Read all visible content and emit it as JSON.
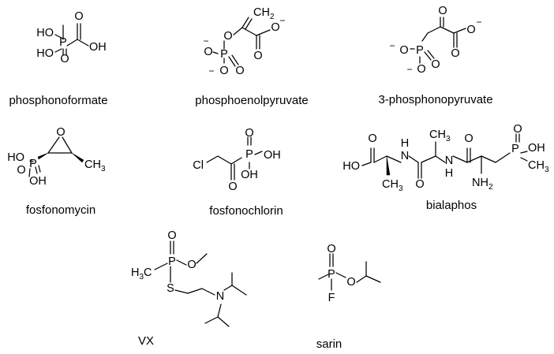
{
  "molecules": [
    {
      "name": "phosphonoformate",
      "atoms": {
        "p": "P",
        "ho1": "HO",
        "ho2": "HO",
        "o_dbl": "O",
        "oh": "OH"
      }
    },
    {
      "name": "phosphoenolpyruvate",
      "atoms": {
        "ch2": "CH",
        "ch2_sub": "2",
        "o_link": "O",
        "o_dbl": "O",
        "o_minus": "O",
        "minus": "−",
        "p": "P",
        "o_p1": "O",
        "o_p1_minus": "−",
        "o_p2": "O",
        "o_p2_minus": "−",
        "o_p_dbl": "O"
      }
    },
    {
      "name": "3-phosphonopyruvate",
      "atoms": {
        "o_keto": "O",
        "o_minus": "O",
        "minus": "−",
        "o_dbl": "O",
        "p": "P",
        "o_p1": "O",
        "o_p1_minus": "−",
        "o_p2": "O",
        "o_p2_minus": "−",
        "o_p_dbl": "O"
      }
    },
    {
      "name": "fosfonomycin",
      "atoms": {
        "o_epox": "O",
        "ho": "HO",
        "p": "P",
        "o_dbl": "O",
        "oh": "OH",
        "ch3": "CH",
        "ch3_sub": "3"
      }
    },
    {
      "name": "fosfonochlorin",
      "atoms": {
        "cl": "Cl",
        "o_dbl": "O",
        "p": "P",
        "o_p": "O",
        "oh1": "OH",
        "oh2": "OH"
      }
    },
    {
      "name": "bialaphos",
      "atoms": {
        "o_acid": "O",
        "ho": "HO",
        "ch3_a": "CH",
        "ch3_a_sub": "3",
        "nh1_n": "N",
        "nh1_h": "H",
        "o_amide1": "O",
        "ch3_b": "CH",
        "ch3_b_sub": "3",
        "nh2_n": "N",
        "nh2_h": "H",
        "o_amide2": "O",
        "nh2": "NH",
        "nh2_sub": "2",
        "o_p": "O",
        "p": "P",
        "oh": "OH",
        "ch3_p": "CH",
        "ch3_p_sub": "3"
      }
    },
    {
      "name": "VX",
      "atoms": {
        "o_dbl": "O",
        "p": "P",
        "o_ether": "O",
        "h3c": "H",
        "h3c_sub": "3",
        "h3c_c": "C",
        "s": "S",
        "n": "N"
      }
    },
    {
      "name": "sarin",
      "atoms": {
        "o_dbl": "O",
        "p": "P",
        "o_ether": "O",
        "f": "F"
      }
    }
  ]
}
